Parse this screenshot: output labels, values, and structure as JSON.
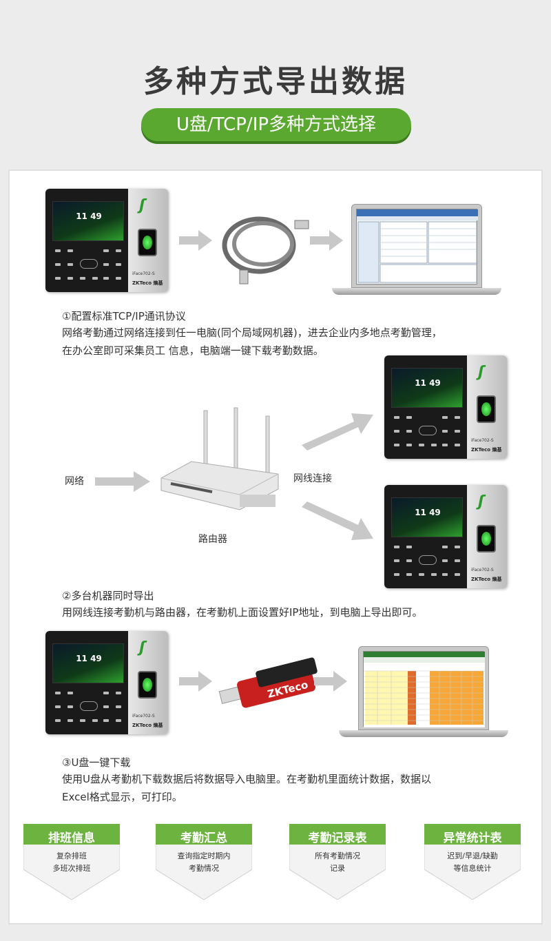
{
  "header": {
    "title": "多种方式导出数据",
    "pill": "U盘/TCP/IP多种方式选择"
  },
  "device": {
    "clock": "11 49",
    "model": "iFace702-S",
    "brand": "ZKTeco 熵基"
  },
  "section1": {
    "title": "①配置标准TCP/IP通讯协议",
    "line1": "网络考勤通过网络连接到任一电脑(同个局域网机器)，进去企业内多地点考勤管理，",
    "line2": "在办公室即可采集员工 信息，电脑端一键下载考勤数据。"
  },
  "section2": {
    "network_label": "网络",
    "router_label": "路由器",
    "connect_label": "网线连接",
    "title": "②多台机器同时导出",
    "line1": "用网线连接考勤机与路由器，在考勤机上面设置好IP地址，到电脑上导出即可。"
  },
  "section3": {
    "usb_brand": "ZKTeco",
    "title": "③U盘一键下载",
    "line1": "使用U盘从考勤机下载数据后将数据导入电脑里。在考勤机里面统计数据，数据以",
    "line2": "Excel格式显示，可打印。"
  },
  "badges": [
    {
      "title": "排班信息",
      "line1": "复杂排班",
      "line2": "多班次排班"
    },
    {
      "title": "考勤汇总",
      "line1": "查询指定时期内",
      "line2": "考勤情况"
    },
    {
      "title": "考勤记录表",
      "line1": "所有考勤情况",
      "line2": "记录"
    },
    {
      "title": "异常统计表",
      "line1": "迟到/早退/缺勤",
      "line2": "等信息统计"
    }
  ],
  "colors": {
    "accent_green": "#5aa82f",
    "arrow_gray": "#c8c8c8",
    "usb_red": "#c8201e"
  }
}
